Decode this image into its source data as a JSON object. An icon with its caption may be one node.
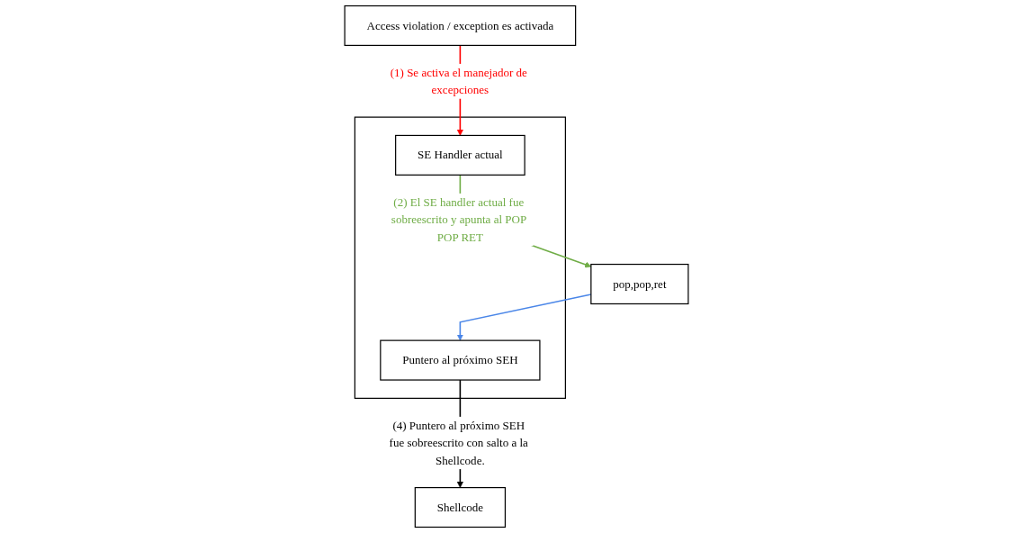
{
  "diagram": {
    "nodes": [
      {
        "text": [
          "Access violation / exception es activada"
        ]
      },
      {
        "text": [],
        "shape": "box"
      },
      {
        "text": [
          "Puntero al próximo SEH"
        ],
        "in": 1
      },
      {
        "text": [
          "SE Handler actual"
        ],
        "in": 1
      },
      {
        "text": [
          "Shellcode"
        ]
      },
      {
        "text": [
          "pop,pop,ret"
        ]
      }
    ],
    "edges": [
      {
        "from": 0,
        "to": 3,
        "arrow": "to",
        "label": "(1) Se activa el manejador de excepciones",
        "color": "#ff0000"
      },
      {
        "from": 3,
        "to": 5,
        "arrow": "to",
        "label": "(2) El SE handler actual fue sobreescrito y apunta al POP POP RET",
        "color": "#70ad47"
      },
      {
        "from": 5,
        "to": 2,
        "arrow": "to",
        "color": "#4a86e8"
      },
      {
        "from": 2,
        "to": 4,
        "arrow": "to",
        "label": "(4) Puntero al próximo SEH fue sobreescrito con salto a la Shellcode.",
        "color": "#000000"
      }
    ]
  }
}
